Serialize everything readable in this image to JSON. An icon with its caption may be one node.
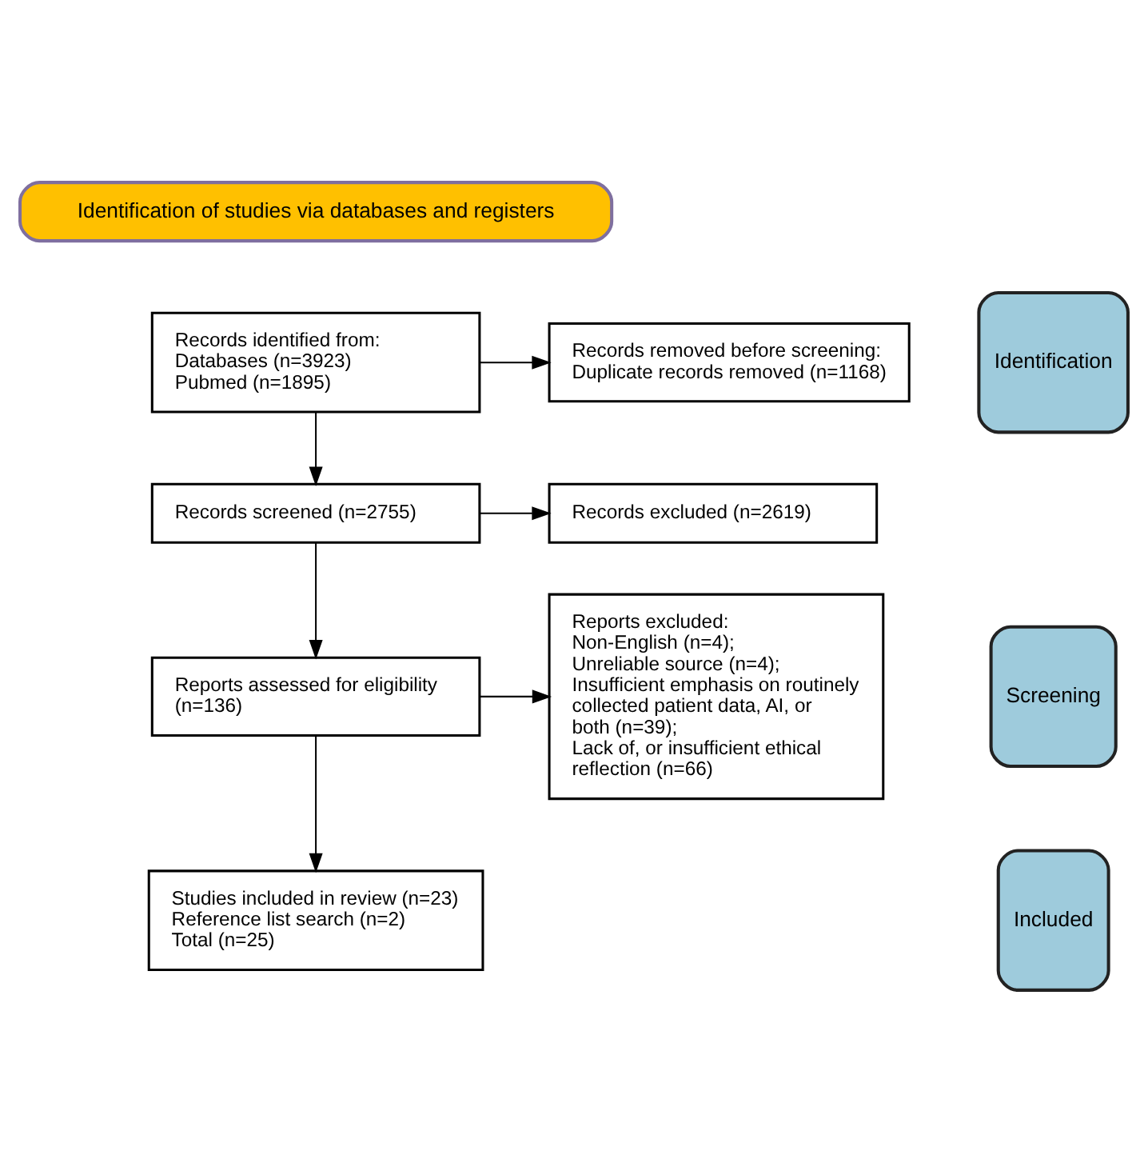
{
  "diagram": {
    "nodes": [
      {
        "text": [
          "Identification of studies via databases and registers"
        ]
      },
      {
        "text": [
          "Identification"
        ]
      },
      {
        "text": [
          "Records identified from:",
          "Databases (n=3923)",
          "Pubmed (n=1895)"
        ]
      },
      {
        "text": [
          "Records removed before screening:",
          "Duplicate records removed (n=1168)"
        ]
      },
      {
        "text": [
          "Screening"
        ]
      },
      {
        "text": [
          "Records screened (n=2755)"
        ]
      },
      {
        "text": [
          "Records excluded (n=2619)"
        ]
      },
      {
        "text": [
          "Reports assessed for eligibility (n=136)"
        ]
      },
      {
        "text": [
          "Reports excluded:",
          "Non-English (n=4);",
          "Unreliable source (n=4);",
          "Insufficient emphasis on routinely collected patient data, AI, or both (n=39);",
          "Lack of, or insufficient ethical reflection (n=66)"
        ]
      },
      {
        "text": [
          "Included"
        ]
      },
      {
        "text": [
          "Studies included in review (n=23)",
          "Reference list search (n=2)",
          "Total (n=25)"
        ]
      }
    ],
    "edges": [
      {
        "from": 2,
        "to": 3,
        "arrow": "to"
      },
      {
        "from": 2,
        "to": 5,
        "arrow": "to"
      },
      {
        "from": 5,
        "to": 6,
        "arrow": "to"
      },
      {
        "from": 5,
        "to": 7,
        "arrow": "to"
      },
      {
        "from": 7,
        "to": 8,
        "arrow": "to"
      },
      {
        "from": 7,
        "to": 10,
        "arrow": "to"
      }
    ]
  }
}
